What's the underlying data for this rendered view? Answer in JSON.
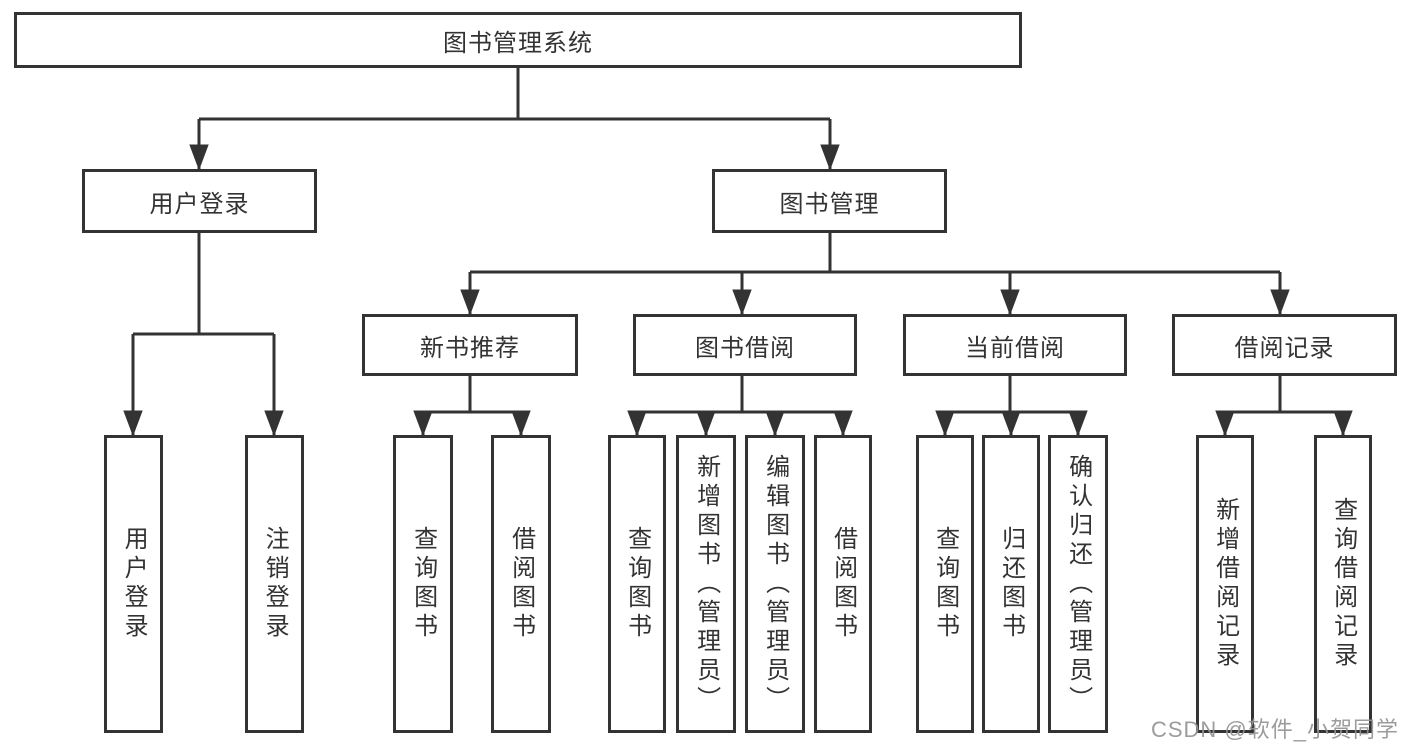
{
  "diagram": {
    "root": {
      "label": "图书管理系统"
    },
    "branches": [
      {
        "label": "用户登录",
        "leaves": [
          {
            "label": "用户登录"
          },
          {
            "label": "注销登录"
          }
        ]
      },
      {
        "label": "图书管理",
        "children": [
          {
            "label": "新书推荐",
            "leaves": [
              {
                "label": "查询图书"
              },
              {
                "label": "借阅图书"
              }
            ]
          },
          {
            "label": "图书借阅",
            "leaves": [
              {
                "label": "查询图书"
              },
              {
                "label": "新增图书（管理员）"
              },
              {
                "label": "编辑图书（管理员）"
              },
              {
                "label": "借阅图书"
              }
            ]
          },
          {
            "label": "当前借阅",
            "leaves": [
              {
                "label": "查询图书"
              },
              {
                "label": "归还图书"
              },
              {
                "label": "确认归还（管理员）"
              }
            ]
          },
          {
            "label": "借阅记录",
            "leaves": [
              {
                "label": "新增借阅记录"
              },
              {
                "label": "查询借阅记录"
              }
            ]
          }
        ]
      }
    ]
  },
  "watermark": {
    "text": "CSDN @软件_小贺同学"
  },
  "colors": {
    "line": "#333333",
    "text": "#333333",
    "box_background": "#ffffff",
    "watermark": "#949494",
    "background": "#ffffff"
  }
}
